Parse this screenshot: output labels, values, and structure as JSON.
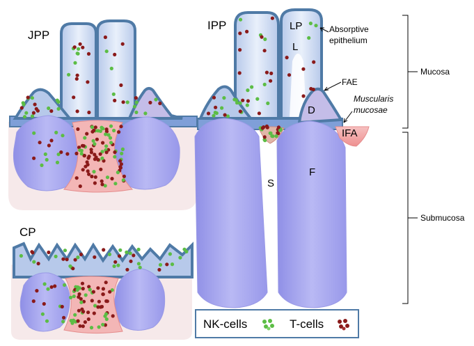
{
  "panels": {
    "jpp": "JPP",
    "ipp": "IPP",
    "cp": "CP"
  },
  "structures": {
    "lamina_propria": "LP",
    "lumen": "L",
    "dome": "D",
    "follicle": "F",
    "septum": "S",
    "ifa": "IFA",
    "fae": "FAE",
    "absorptive_epithelium": "Absorptive epithelium",
    "absorptive_epithelium_line1": "Absorptive",
    "absorptive_epithelium_line2": "epithelium",
    "muscularis_line1": "Muscularis",
    "muscularis_line2": "mucosae"
  },
  "layers": {
    "mucosa": "Mucosa",
    "submucosa": "Submucosa"
  },
  "legend": {
    "nk": "NK-cells",
    "t": "T-cells"
  },
  "colors": {
    "follicle_fill": "#a6a6ee",
    "epithelium": "#4f7aa6",
    "lamina_fill": "#c9d8ee",
    "ifa_fill": "#f0a2a2",
    "nk_cell": "#5cbd45",
    "t_cell": "#8a1a1a",
    "submucosa_bg": "#f6e9ea"
  }
}
